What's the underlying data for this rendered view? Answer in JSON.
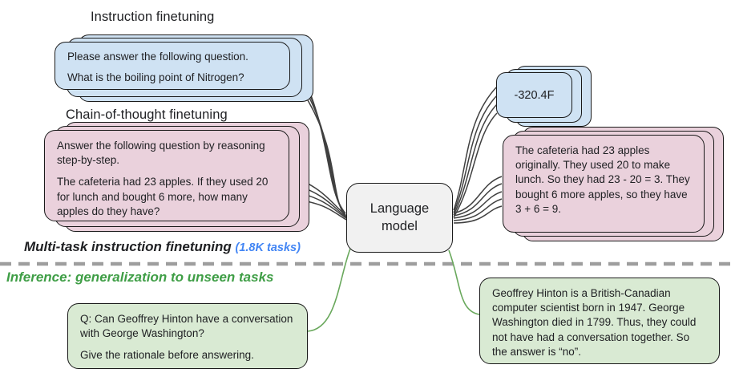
{
  "colors": {
    "blue_fill": "#cfe2f3",
    "pink_fill": "#ead1dc",
    "green_fill": "#d9ead3",
    "model_fill": "#f1f1f1",
    "card_border": "#1a1a1a",
    "dark_line": "#404040",
    "green_line": "#69a85c",
    "tasks_blue": "#4285f4",
    "inference_green": "#3f9e46",
    "divider_gray": "#9e9e9e",
    "text_color": "#202124"
  },
  "titles": {
    "instruction": "Instruction finetuning",
    "chain_of_thought": "Chain-of-thought finetuning",
    "multitask": "Multi-task instruction finetuning",
    "multitask_badge": "(1.8K tasks)",
    "inference": "Inference: generalization to unseen tasks"
  },
  "model_box": {
    "label": "Language model"
  },
  "cards": {
    "instruction_prompt": {
      "paragraphs": {
        "0": "Please answer the following question.",
        "1": "What is the boiling point of Nitrogen?"
      }
    },
    "cot_prompt": {
      "paragraphs": {
        "0": "Answer the following question by reasoning step-by-step.",
        "1": "The cafeteria had 23 apples. If they used 20 for lunch and bought 6 more, how many apples do they have?"
      }
    },
    "instruction_output": {
      "text": "-320.4F"
    },
    "cot_output": {
      "text": "The cafeteria had 23 apples originally. They used 20 to make lunch. So they had 23 - 20 = 3. They bought 6 more apples, so they have 3 + 6 = 9."
    },
    "inference_prompt": {
      "paragraphs": {
        "0": "Q: Can Geoffrey Hinton have a conversation with George Washington?",
        "1": "Give the rationale before answering."
      }
    },
    "inference_output": {
      "text": "Geoffrey Hinton is a British-Canadian computer scientist born in 1947. George Washington died in 1799. Thus, they could not have had a conversation together. So the answer is “no”."
    }
  }
}
